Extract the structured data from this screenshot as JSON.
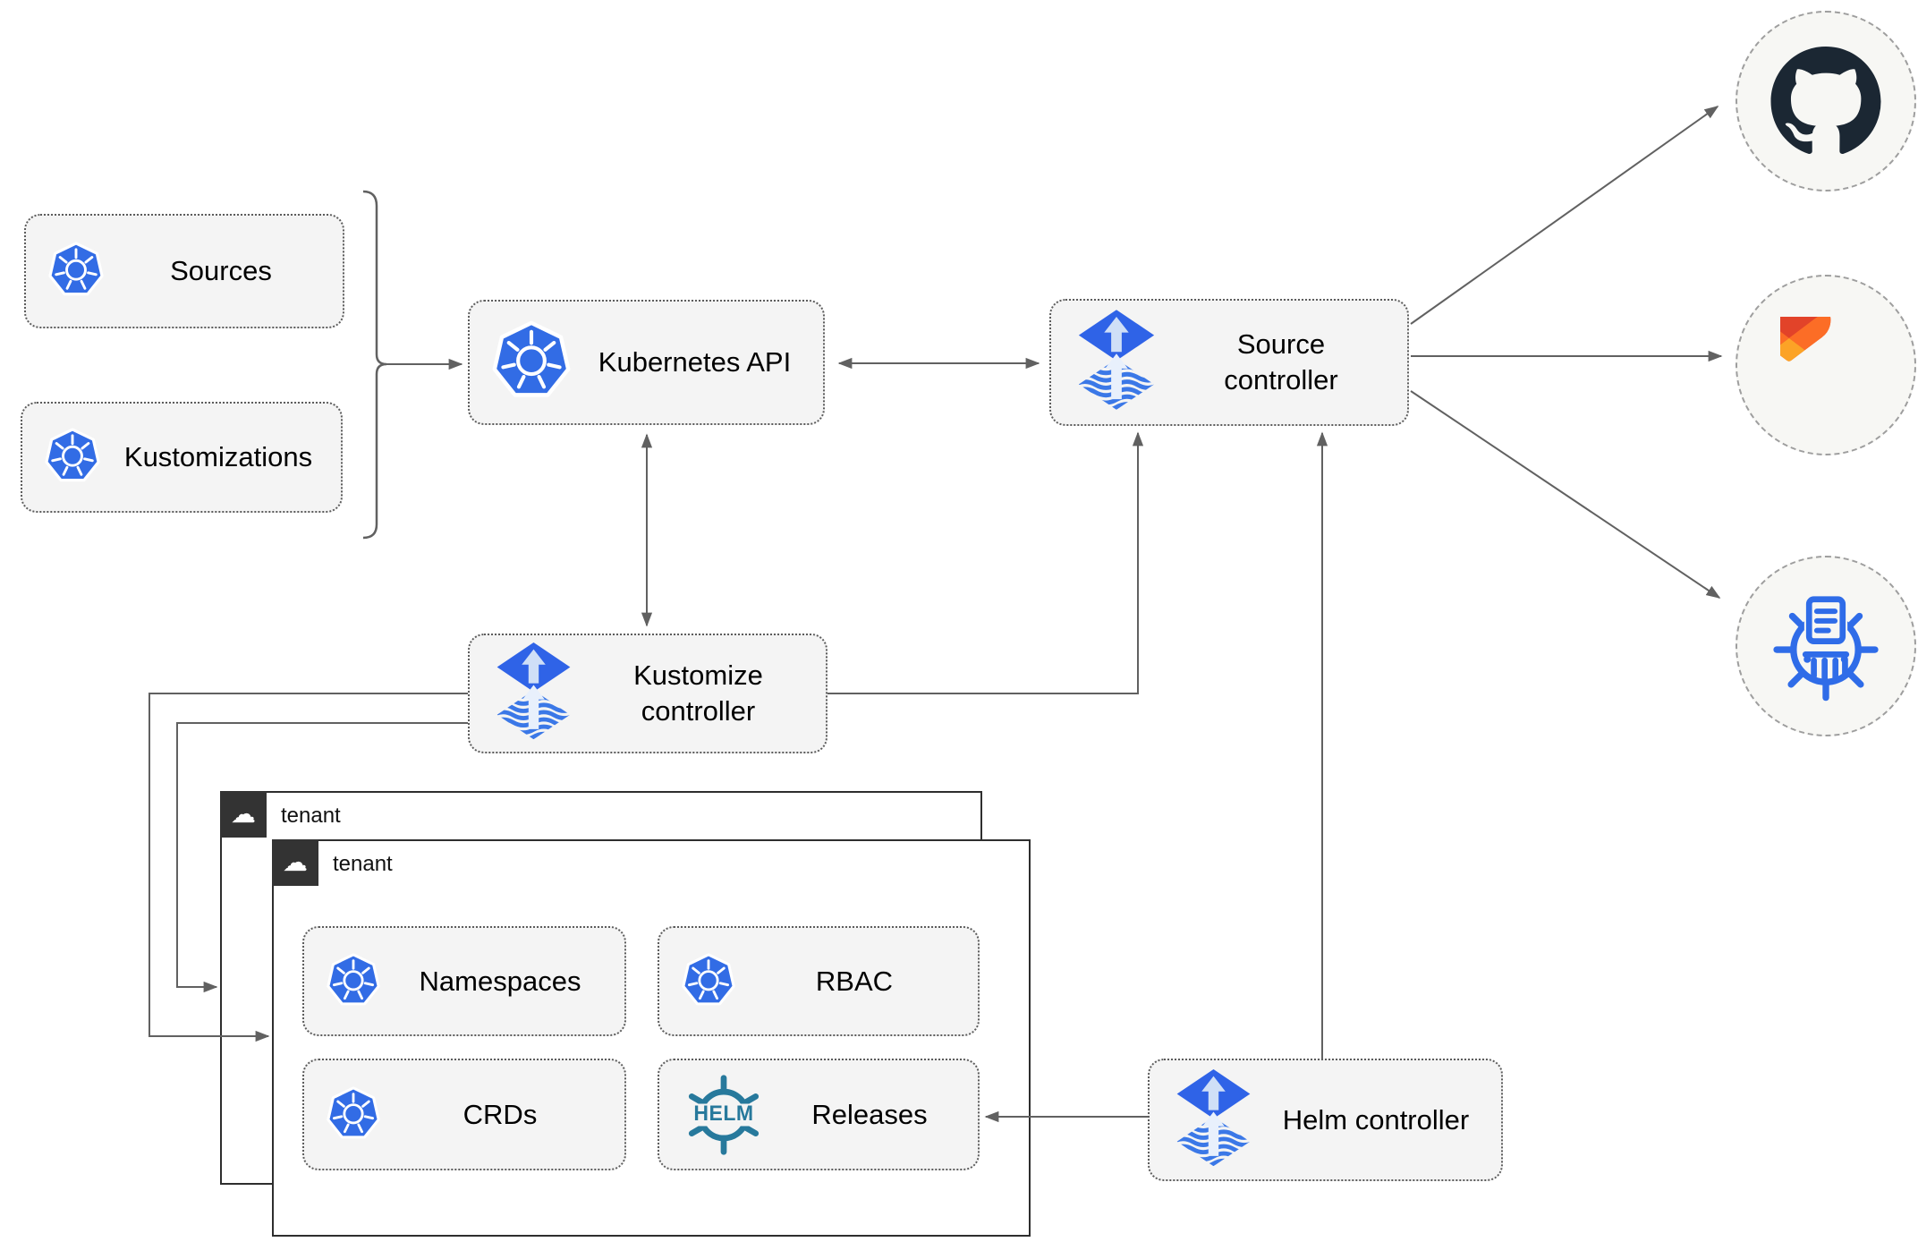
{
  "nodes": {
    "sources": "Sources",
    "kustomizations": "Kustomizations",
    "kubernetes_api": "Kubernetes API",
    "source_controller": "Source controller",
    "kustomize_controller": "Kustomize controller",
    "helm_controller": "Helm controller",
    "namespaces": "Namespaces",
    "rbac": "RBAC",
    "crds": "CRDs",
    "releases": "Releases"
  },
  "tenants": {
    "back_label": "tenant",
    "front_label": "tenant"
  },
  "logos": {
    "helm_text": "HELM"
  },
  "icons": {
    "cloud_glyph": "☁",
    "kubernetes": "kubernetes-wheel-icon",
    "flux": "flux-diamond-arrow-icon",
    "helm": "helm-wheel-icon",
    "github": "github-octocat-icon",
    "gitlab": "gitlab-tanuki-icon",
    "chartmuseum": "chartmuseum-wheel-icon"
  },
  "colors": {
    "line_gray": "#616161",
    "node_fill": "#f4f4f4",
    "node_border": "#5c5c5c",
    "k8s_blue": "#326ce5",
    "flux_blue": "#2f63e7",
    "flux_stripe": "#3b78e7",
    "flux_arrow_light": "#cfdff7",
    "helm_teal": "#27799c",
    "github_dark": "#1b2733",
    "gitlab_red": "#e24329",
    "gitlab_orange": "#fc6d26",
    "gitlab_amber": "#fca326",
    "chartmuseum_blue": "#2f6ce8",
    "circle_fill": "#f7f7f4",
    "circle_border": "#9e9e9e",
    "tenant_border": "#2e2e2e",
    "tenant_header_bg": "#333333"
  }
}
